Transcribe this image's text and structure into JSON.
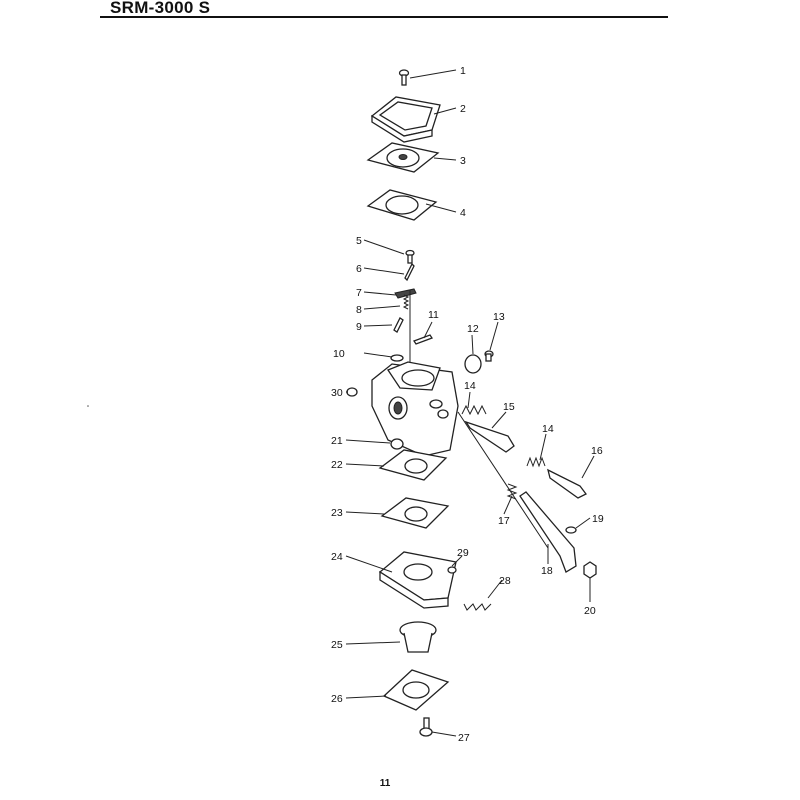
{
  "header": {
    "model": "SRM-3000 S"
  },
  "footer": {
    "page_number": "11"
  },
  "callouts": [
    "1",
    "2",
    "3",
    "4",
    "5",
    "6",
    "7",
    "8",
    "9",
    "10",
    "11",
    "12",
    "13",
    "14",
    "15",
    "14",
    "16",
    "17",
    "18",
    "19",
    "20",
    "21",
    "22",
    "23",
    "24",
    "29",
    "28",
    "25",
    "26",
    "27",
    "30"
  ]
}
